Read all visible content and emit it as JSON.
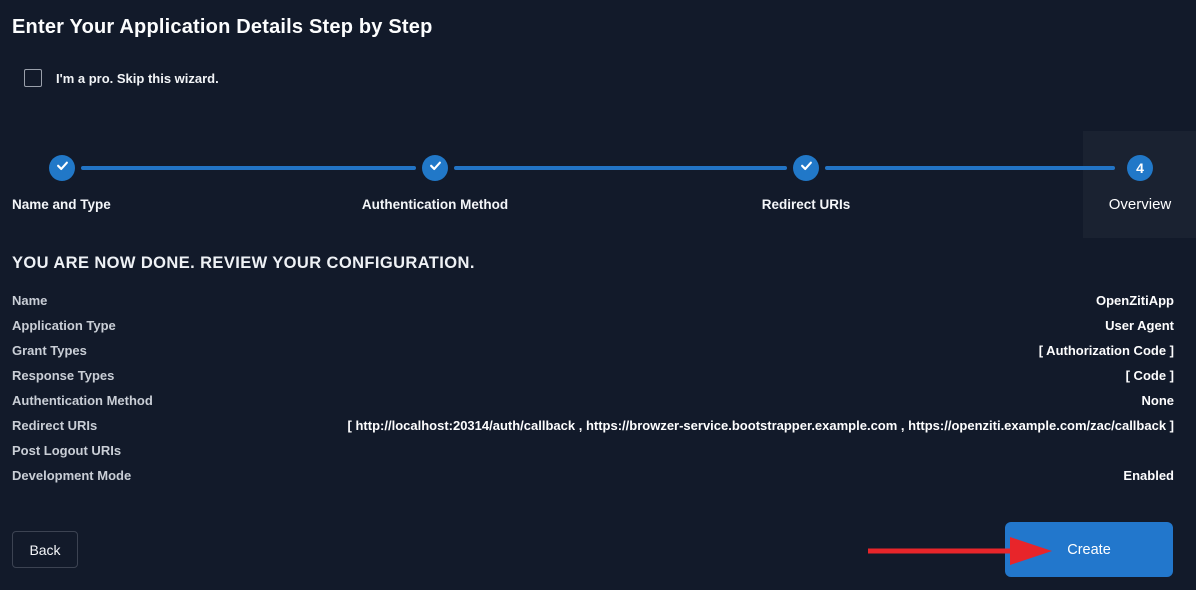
{
  "page": {
    "title": "Enter Your Application Details Step by Step",
    "background": "#121a2a",
    "accent_blue": "#2277cc",
    "arrow_red": "#e8252a"
  },
  "skip_wizard": {
    "label": "I'm a pro. Skip this wizard.",
    "checked": false
  },
  "stepper": {
    "steps": [
      {
        "label": "Name and Type",
        "state": "complete",
        "icon": "check"
      },
      {
        "label": "Authentication Method",
        "state": "complete",
        "icon": "check"
      },
      {
        "label": "Redirect URIs",
        "state": "complete",
        "icon": "check"
      },
      {
        "label": "Overview",
        "state": "active",
        "number": "4"
      }
    ]
  },
  "review": {
    "heading": "YOU ARE NOW DONE. REVIEW YOUR CONFIGURATION.",
    "rows": [
      {
        "label": "Name",
        "value": "OpenZitiApp"
      },
      {
        "label": "Application Type",
        "value": "User Agent"
      },
      {
        "label": "Grant Types",
        "value": "[ Authorization Code ]"
      },
      {
        "label": "Response Types",
        "value": "[ Code ]"
      },
      {
        "label": "Authentication Method",
        "value": "None"
      },
      {
        "label": "Redirect URIs",
        "value": "[ http://localhost:20314/auth/callback , https://browzer-service.bootstrapper.example.com , https://openziti.example.com/zac/callback ]"
      },
      {
        "label": "Post Logout URIs",
        "value": ""
      },
      {
        "label": "Development Mode",
        "value": "Enabled"
      }
    ]
  },
  "footer": {
    "back_label": "Back",
    "create_label": "Create"
  }
}
